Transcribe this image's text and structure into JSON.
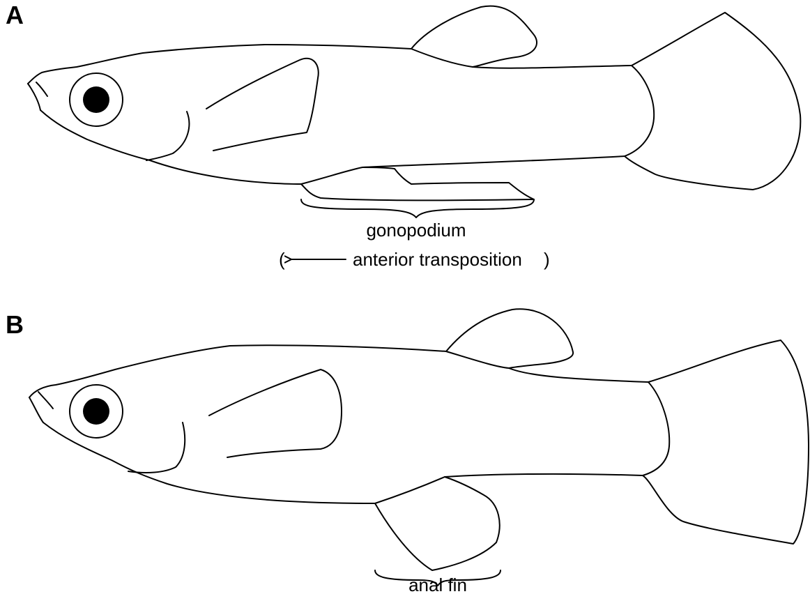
{
  "panels": [
    {
      "label": "A",
      "annotation": "gonopodium",
      "note_open": "(",
      "note_text": "anterior transposition",
      "note_close": ")"
    },
    {
      "label": "B",
      "annotation": "anal fin"
    }
  ],
  "colors": {
    "stroke": "#000000",
    "background": "#ffffff"
  },
  "icons": {
    "arrow": "left-arrow-icon",
    "brace": "curly-brace-icon"
  }
}
